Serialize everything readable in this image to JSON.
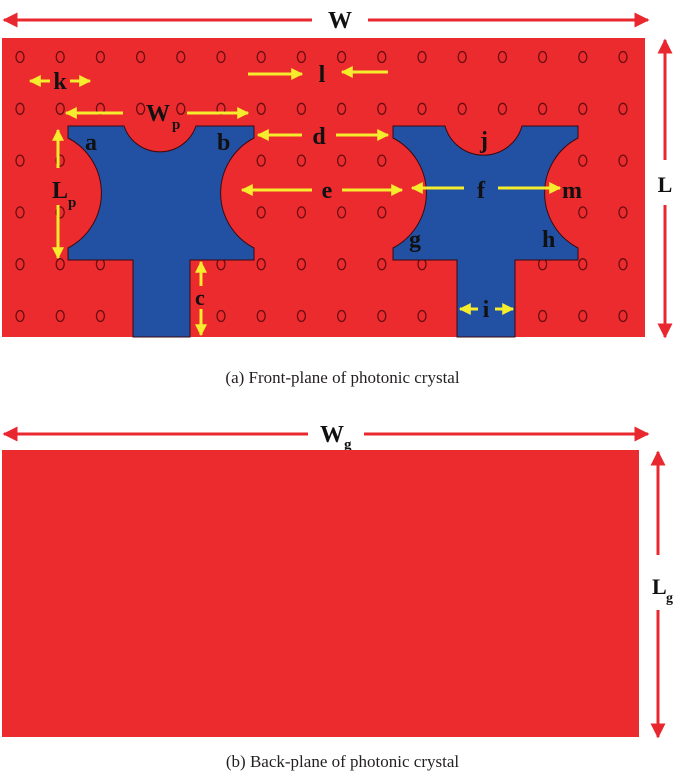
{
  "colors": {
    "substrate": "#ec2b2f",
    "patch": "#2250a2",
    "dimension_arrow": "#e8282e",
    "annotation_arrow": "#f4ec2c",
    "hole_outline": "#6a0d10",
    "label": "#111111"
  },
  "front_plane": {
    "caption": "(a)  Front-plane of photonic crystal",
    "width_label": "W",
    "length_label": "L",
    "hole_grid": {
      "columns": 16,
      "rows": 6
    },
    "labels": {
      "k": "k",
      "l": "l",
      "wp_main": "W",
      "wp_sub": "p",
      "lp_main": "L",
      "lp_sub": "p",
      "a": "a",
      "b": "b",
      "c": "c",
      "d": "d",
      "e": "e",
      "f": "f",
      "g": "g",
      "h": "h",
      "i": "i",
      "j": "j",
      "m": "m"
    }
  },
  "back_plane": {
    "caption": "(b) Back-plane of photonic crystal",
    "width_label_main": "W",
    "width_label_sub": "g",
    "length_label_main": "L",
    "length_label_sub": "g"
  }
}
